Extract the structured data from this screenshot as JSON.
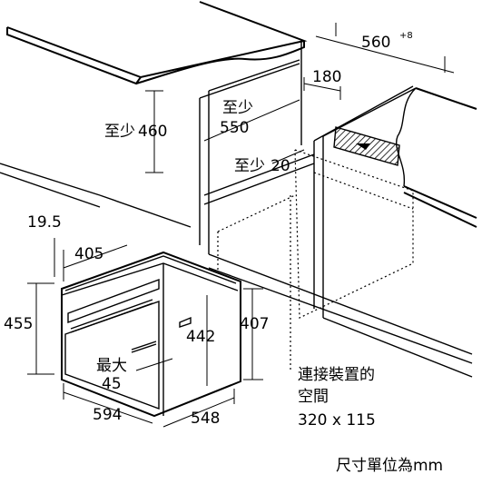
{
  "dimensions": {
    "width_top": "560",
    "width_top_tol": "+8",
    "d180": "180",
    "min_label_a": "至少",
    "min460": "460",
    "min_label_b": "至少",
    "min550": "550",
    "min_label_c": "至少",
    "min20": "20",
    "d19_5": "19.5",
    "d405": "405",
    "d455": "455",
    "d442": "442",
    "d407": "407",
    "max_label": "最大",
    "d45": "45",
    "d594": "594",
    "d548": "548"
  },
  "connection_space": {
    "line1": "連接裝置的",
    "line2": "空間",
    "size": "320 x 115"
  },
  "unit_note": "尺寸單位為mm"
}
